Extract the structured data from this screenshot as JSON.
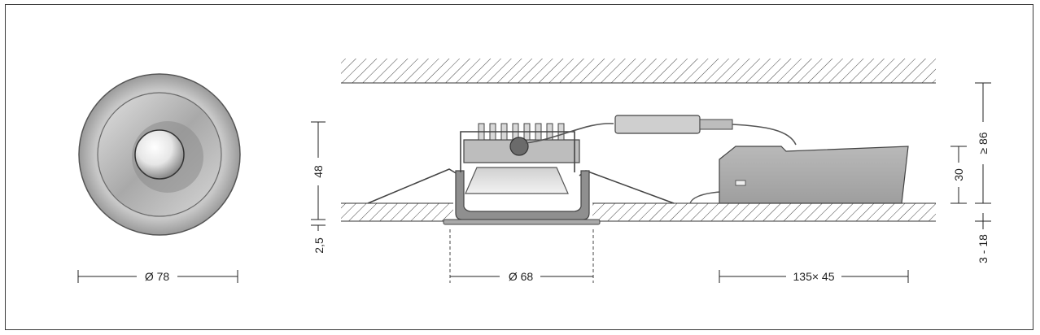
{
  "drawing": {
    "front_view": {
      "diameter_label": "Ø 78"
    },
    "side_view": {
      "height_label": "48",
      "flange_label": "2,5",
      "cutout_label": "Ø 68",
      "driver_size_label": "135× 45",
      "driver_height_label": "30",
      "ceiling_void_label": "≥ 86",
      "ceiling_thickness_label": "3 - 18"
    }
  }
}
